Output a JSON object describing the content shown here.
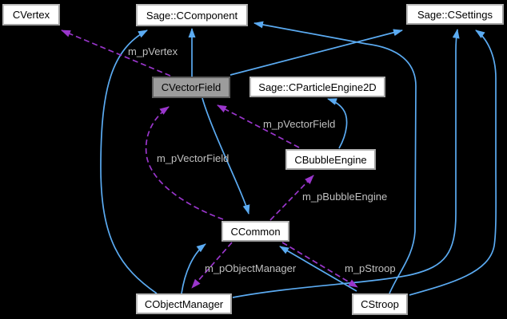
{
  "diagram": {
    "kind": "doxygen-collaboration-graph",
    "colors": {
      "background": "#000000",
      "inheritance_edge": "#5babf2",
      "usage_edge": "#9a36cc",
      "edge_label_text": "#c0c0c0",
      "node_fill": "#ffffff",
      "node_border": "#bcbcbc",
      "node_text": "#000000",
      "current_node_fill": "#9c9c9c",
      "current_node_border": "#5e5e5e"
    },
    "nodes": [
      {
        "id": "cvertex",
        "label": "CVertex",
        "kind": "class"
      },
      {
        "id": "ccomponent",
        "label": "Sage::CComponent",
        "kind": "class"
      },
      {
        "id": "csettings",
        "label": "Sage::CSettings",
        "kind": "class"
      },
      {
        "id": "cvectorfield",
        "label": "CVectorField",
        "kind": "current-class"
      },
      {
        "id": "cparticleengine2d",
        "label": "Sage::CParticleEngine2D",
        "kind": "class"
      },
      {
        "id": "cbubbleengine",
        "label": "CBubbleEngine",
        "kind": "class"
      },
      {
        "id": "ccommon",
        "label": "CCommon",
        "kind": "class"
      },
      {
        "id": "cobjectmanager",
        "label": "CObjectManager",
        "kind": "class"
      },
      {
        "id": "cstroop",
        "label": "CStroop",
        "kind": "class"
      }
    ],
    "edges": [
      {
        "from": "CVectorField",
        "to": "Sage::CComponent",
        "type": "inheritance"
      },
      {
        "from": "CVectorField",
        "to": "Sage::CSettings",
        "type": "inheritance"
      },
      {
        "from": "CVectorField",
        "to": "CCommon",
        "type": "inheritance"
      },
      {
        "from": "CObjectManager",
        "to": "Sage::CComponent",
        "type": "inheritance"
      },
      {
        "from": "CObjectManager",
        "to": "CCommon",
        "type": "inheritance"
      },
      {
        "from": "CObjectManager",
        "to": "Sage::CSettings",
        "type": "inheritance"
      },
      {
        "from": "CStroop",
        "to": "Sage::CComponent",
        "type": "inheritance"
      },
      {
        "from": "CStroop",
        "to": "CCommon",
        "type": "inheritance"
      },
      {
        "from": "CStroop",
        "to": "Sage::CSettings",
        "type": "inheritance"
      },
      {
        "from": "CBubbleEngine",
        "to": "Sage::CParticleEngine2D",
        "type": "inheritance"
      },
      {
        "from": "CVectorField",
        "to": "CVertex",
        "type": "usage",
        "label": "m_pVertex"
      },
      {
        "from": "CBubbleEngine",
        "to": "CVectorField",
        "type": "usage",
        "label": "m_pVectorField"
      },
      {
        "from": "CCommon",
        "to": "CVectorField",
        "type": "usage",
        "label": "m_pVectorField"
      },
      {
        "from": "CCommon",
        "to": "CBubbleEngine",
        "type": "usage",
        "label": "m_pBubbleEngine"
      },
      {
        "from": "CCommon",
        "to": "CObjectManager",
        "type": "usage",
        "label": "m_pObjectManager"
      },
      {
        "from": "CCommon",
        "to": "CStroop",
        "type": "usage",
        "label": "m_pStroop"
      }
    ]
  }
}
